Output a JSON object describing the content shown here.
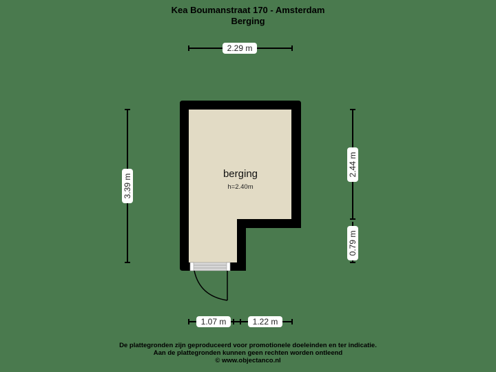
{
  "header": {
    "title": "Kea Boumanstraat 170 - Amsterdam",
    "subtitle": "Berging"
  },
  "room": {
    "name": "berging",
    "height": "h=2.40m",
    "fill_color": "#e2dbc5",
    "wall_color": "#000000"
  },
  "dimensions": {
    "top_width": "2.29 m",
    "left_height": "3.39 m",
    "right_upper": "2.44 m",
    "right_lower": "0.79 m",
    "bottom_left": "1.07 m",
    "bottom_right": "1.22 m"
  },
  "footer": {
    "line1": "De plattegronden zijn geproduceerd voor promotionele doeleinden en ter indicatie.",
    "line2": "Aan de plattegronden kunnen geen rechten worden ontleend",
    "line3": "© www.objectanco.nl"
  },
  "colors": {
    "background": "#4a7a4e",
    "label_bg": "#ffffff"
  }
}
